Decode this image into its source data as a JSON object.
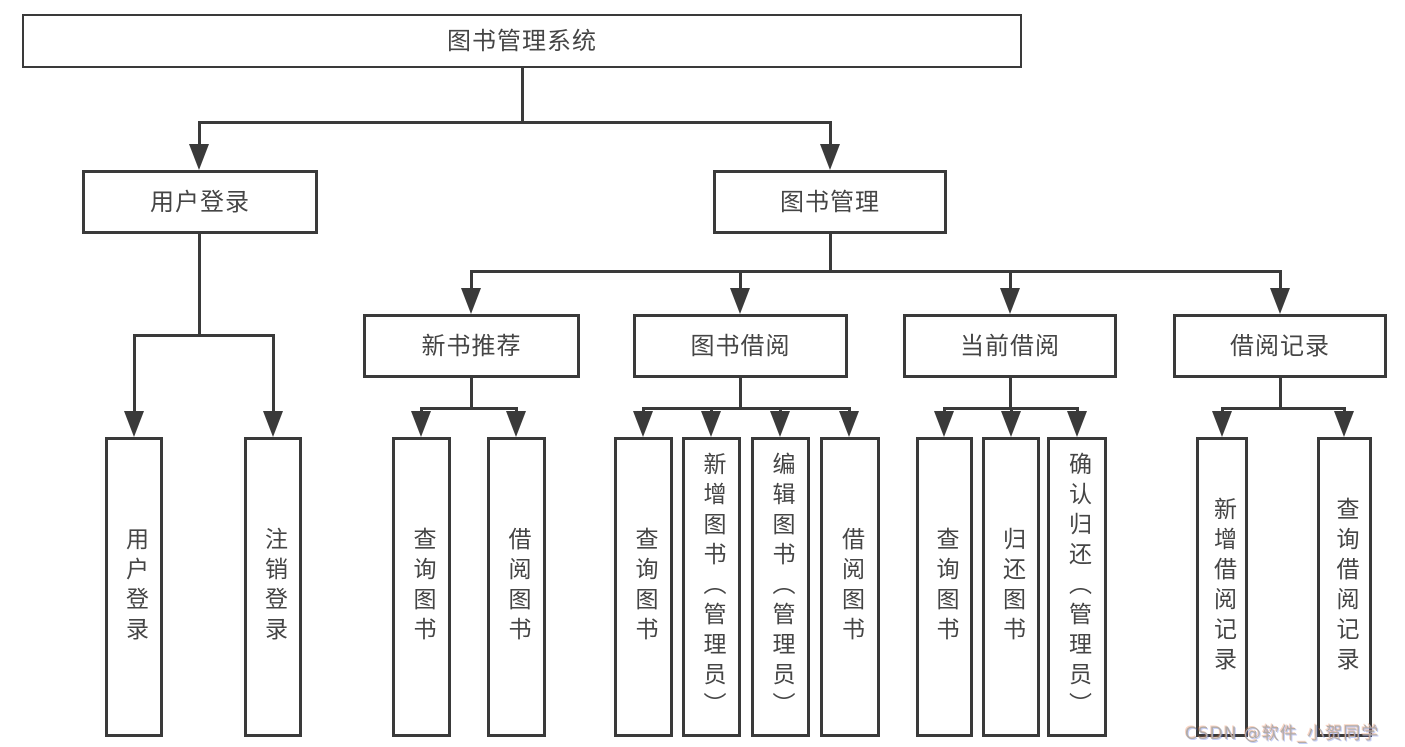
{
  "diagram": {
    "title": "图书管理系统",
    "nodes": {
      "root": {
        "label": "图书管理系统"
      },
      "user_login": {
        "label": "用户登录"
      },
      "book_mgmt": {
        "label": "图书管理"
      },
      "new_book_rec": {
        "label": "新书推荐"
      },
      "book_borrow": {
        "label": "图书借阅"
      },
      "current_borrow": {
        "label": "当前借阅"
      },
      "borrow_records": {
        "label": "借阅记录"
      },
      "l_user_login": {
        "label": "用户登录"
      },
      "l_logout": {
        "label": "注销登录"
      },
      "l_query_book_a": {
        "label": "查询图书"
      },
      "l_borrow_book_a": {
        "label": "借阅图书"
      },
      "l_query_book_b": {
        "label": "查询图书"
      },
      "l_add_book": {
        "label": "新增图书（管理员）"
      },
      "l_edit_book": {
        "label": "编辑图书（管理员）"
      },
      "l_borrow_book_b": {
        "label": "借阅图书"
      },
      "l_query_book_c": {
        "label": "查询图书"
      },
      "l_return_book": {
        "label": "归还图书"
      },
      "l_confirm_return": {
        "label": "确认归还（管理员）"
      },
      "l_add_record": {
        "label": "新增借阅记录"
      },
      "l_query_record": {
        "label": "查询借阅记录"
      }
    },
    "edges": [
      [
        "root",
        "user_login"
      ],
      [
        "root",
        "book_mgmt"
      ],
      [
        "user_login",
        "l_user_login"
      ],
      [
        "user_login",
        "l_logout"
      ],
      [
        "book_mgmt",
        "new_book_rec"
      ],
      [
        "book_mgmt",
        "book_borrow"
      ],
      [
        "book_mgmt",
        "current_borrow"
      ],
      [
        "book_mgmt",
        "borrow_records"
      ],
      [
        "new_book_rec",
        "l_query_book_a"
      ],
      [
        "new_book_rec",
        "l_borrow_book_a"
      ],
      [
        "book_borrow",
        "l_query_book_b"
      ],
      [
        "book_borrow",
        "l_add_book"
      ],
      [
        "book_borrow",
        "l_edit_book"
      ],
      [
        "book_borrow",
        "l_borrow_book_b"
      ],
      [
        "current_borrow",
        "l_query_book_c"
      ],
      [
        "current_borrow",
        "l_return_book"
      ],
      [
        "current_borrow",
        "l_confirm_return"
      ],
      [
        "borrow_records",
        "l_add_record"
      ],
      [
        "borrow_records",
        "l_query_record"
      ]
    ],
    "watermark": "CSDN @软件_小贺同学",
    "colors": {
      "line": "#3a3a3a",
      "text": "#454545",
      "background": "#ffffff",
      "watermark": "#b2aca8"
    }
  }
}
